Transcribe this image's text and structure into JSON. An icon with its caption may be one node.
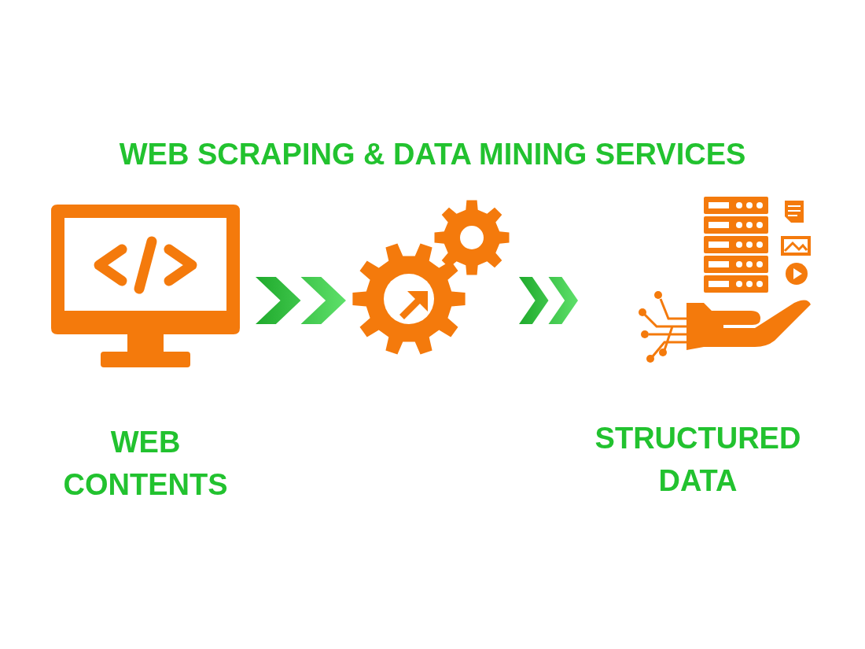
{
  "diagram": {
    "title": "WEB SCRAPING & DATA MINING SERVICES",
    "nodes": [
      {
        "text": [
          "WEB CONTENTS"
        ]
      },
      {
        "text": [],
        "shape": "picture"
      },
      {
        "text": [
          "STRUCTURED DATA"
        ]
      }
    ],
    "edges": [
      {
        "from": 0,
        "to": 1,
        "arrow": "to"
      },
      {
        "from": 1,
        "to": 2,
        "arrow": "to"
      }
    ]
  }
}
